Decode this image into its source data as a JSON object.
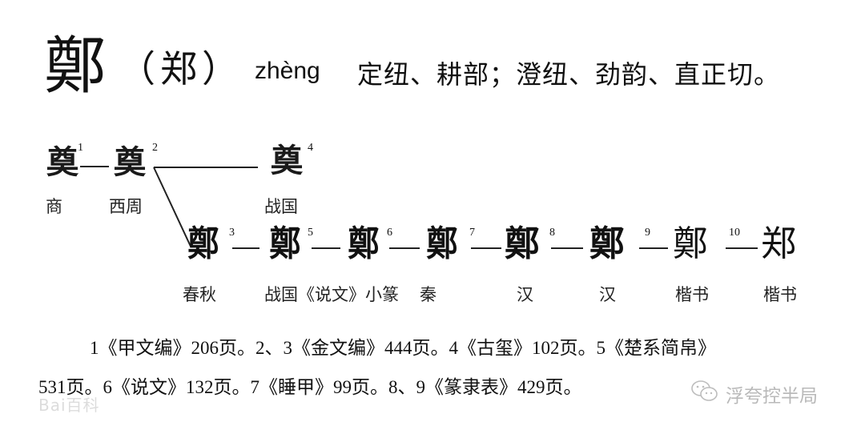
{
  "header": {
    "traditional_char": "鄭",
    "simplified_paren": "（郑）",
    "pinyin": "zhèng",
    "fanqie": "定纽、耕部；澄纽、劲韵、直正切。"
  },
  "evolution": {
    "row1": [
      {
        "glyph": "𠀀",
        "display": "奠",
        "num": "1",
        "period": "商"
      },
      {
        "glyph": "奠",
        "display": "奠",
        "num": "2",
        "period": "西周"
      },
      {
        "glyph": "奠",
        "display": "奠",
        "num": "4",
        "period": "战国"
      }
    ],
    "row2": [
      {
        "display": "鄭",
        "num": "3",
        "period": "春秋"
      },
      {
        "display": "鄭",
        "num": "5",
        "period": "战国"
      },
      {
        "display": "鄭",
        "num": "6",
        "period": "《说文》小篆"
      },
      {
        "display": "鄭",
        "num": "7",
        "period": "秦"
      },
      {
        "display": "鄭",
        "num": "8",
        "period": "汉"
      },
      {
        "display": "鄭",
        "num": "9",
        "period": "汉"
      },
      {
        "display": "鄭",
        "num": "10",
        "period": "楷书"
      },
      {
        "display": "郑",
        "num": "",
        "period": "楷书"
      }
    ]
  },
  "references": {
    "line1": "1《甲文编》206页。2、3《金文编》444页。4《古玺》102页。5《楚系简帛》",
    "line2": "531页。6《说文》132页。7《睡甲》99页。8、9《篆隶表》429页。"
  },
  "watermarks": {
    "baidu": "Bai百科",
    "wechat_icon": "wechat-icon",
    "wechat_account": "浮夸控半局"
  }
}
